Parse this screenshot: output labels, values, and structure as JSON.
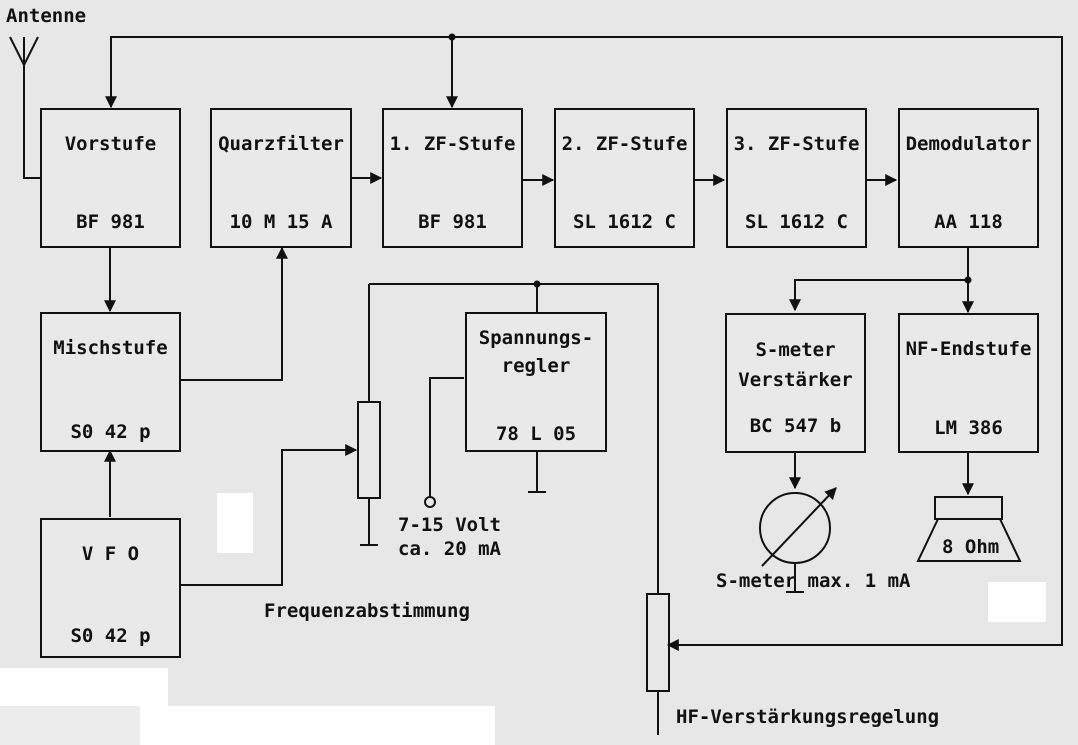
{
  "labels": {
    "antenna": "Antenne",
    "supply_voltage": "7-15 Volt",
    "supply_current": "ca. 20 mA",
    "frequency_tuning": "Frequenzabstimmung",
    "smeter": "S-meter max. 1 mA",
    "rf_gain": "HF-Verstärkungsregelung",
    "speaker": "8 Ohm"
  },
  "blocks": {
    "vorstufe": {
      "title": "Vorstufe",
      "value": "BF 981"
    },
    "quarzfilter": {
      "title": "Quarzfilter",
      "value": "10 M 15 A"
    },
    "zf1": {
      "title": "1. ZF-Stufe",
      "value": "BF 981"
    },
    "zf2": {
      "title": "2. ZF-Stufe",
      "value": "SL 1612 C"
    },
    "zf3": {
      "title": "3. ZF-Stufe",
      "value": "SL 1612 C"
    },
    "demodulator": {
      "title": "Demodulator",
      "value": "AA 118"
    },
    "mischstufe": {
      "title": "Mischstufe",
      "value": "S0 42 p"
    },
    "vfo": {
      "title": "V F O",
      "value": "S0 42 p"
    },
    "spannungsregler": {
      "title": "Spannungs-\nregler",
      "value": "78 L 05"
    },
    "smeter_amp": {
      "title": "S-meter\nVerstärker",
      "value": "BC 547 b"
    },
    "nf_endstufe": {
      "title": "NF-Endstufe",
      "value": "LM 386"
    }
  },
  "colors": {
    "line": "#111111",
    "paper": "#e7e7e7"
  }
}
